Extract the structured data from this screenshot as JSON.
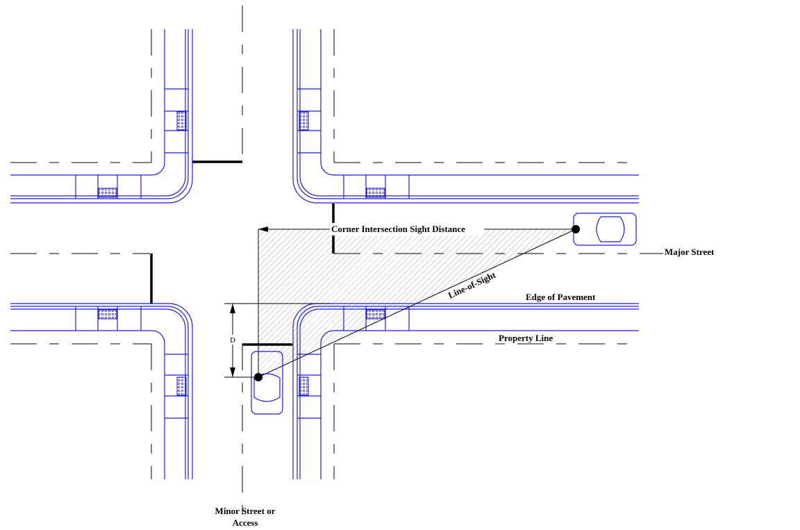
{
  "labels": {
    "sight_distance": "Corner Intersection Sight Distance",
    "major_street": "Major Street",
    "line_of_sight": "Line-of-Sight",
    "edge_of_pavement": "Edge of Pavement",
    "property_line": "Property Line",
    "dimension_d": "D",
    "minor_street_line1": "Minor Street or",
    "minor_street_line2": "Access"
  },
  "colors": {
    "curb": "#1a1adb",
    "linework": "#000000",
    "hatch": "#9a9a9a"
  }
}
